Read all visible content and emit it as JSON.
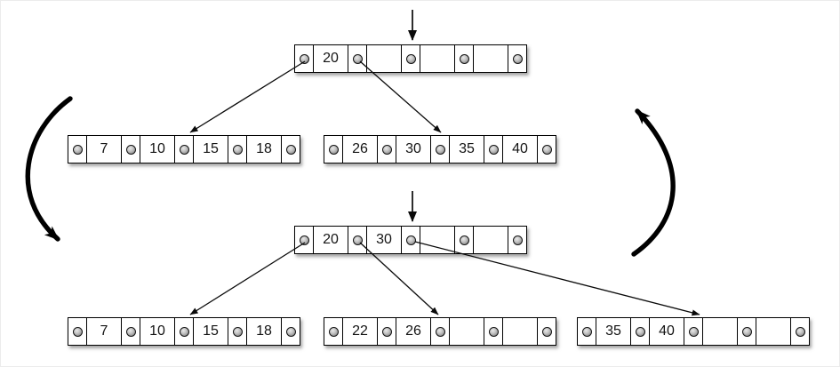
{
  "colors": {
    "background": "#ffffff",
    "node_fill": "#ffffff",
    "node_border": "#000000",
    "pointer_dot": "#8f8f8f",
    "arrow": "#000000"
  },
  "icons": {
    "pointer_dot": "filled-circle",
    "insertion_cursor": "down-arrow",
    "cycle_left": "thick-curved-arrow-down",
    "cycle_right": "thick-curved-arrow-up"
  },
  "trees": {
    "before": {
      "root": {
        "keys": [
          "20",
          "",
          "",
          ""
        ]
      },
      "children": [
        {
          "keys": [
            "7",
            "10",
            "15",
            "18"
          ]
        },
        {
          "keys": [
            "26",
            "30",
            "35",
            "40"
          ]
        }
      ]
    },
    "after": {
      "root": {
        "keys": [
          "20",
          "30",
          "",
          ""
        ]
      },
      "children": [
        {
          "keys": [
            "7",
            "10",
            "15",
            "18"
          ]
        },
        {
          "keys": [
            "22",
            "26",
            "",
            ""
          ]
        },
        {
          "keys": [
            "35",
            "40",
            "",
            ""
          ]
        }
      ]
    }
  }
}
